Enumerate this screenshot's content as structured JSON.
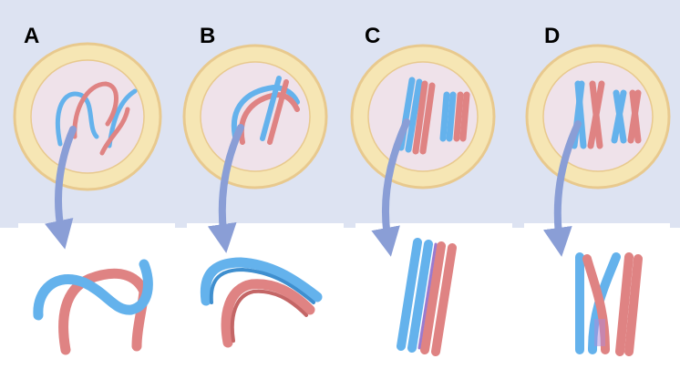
{
  "panels": [
    {
      "label": "A",
      "stage": "homologues-unpaired"
    },
    {
      "label": "B",
      "stage": "homologues-pairing"
    },
    {
      "label": "C",
      "stage": "homologues-synapsed"
    },
    {
      "label": "D",
      "stage": "crossover-chiasmata"
    }
  ],
  "colors": {
    "background_band": "#dde3f2",
    "nuclear_envelope": "#f6e6b4",
    "nuclear_envelope_edge": "#e8c98e",
    "nucleoplasm": "#efe2ea",
    "chromosome_blue": "#64b2ec",
    "chromosome_blue_dark": "#3f8fcf",
    "chromosome_red": "#df8383",
    "chromosome_red_dark": "#c46666",
    "zoom_arrow": "#8a9ed6",
    "detail_panel": "#ffffff"
  },
  "icons": {
    "zoom_arrow": "curved-zoom-arrow-icon",
    "nucleus": "cell-nucleus-icon"
  }
}
